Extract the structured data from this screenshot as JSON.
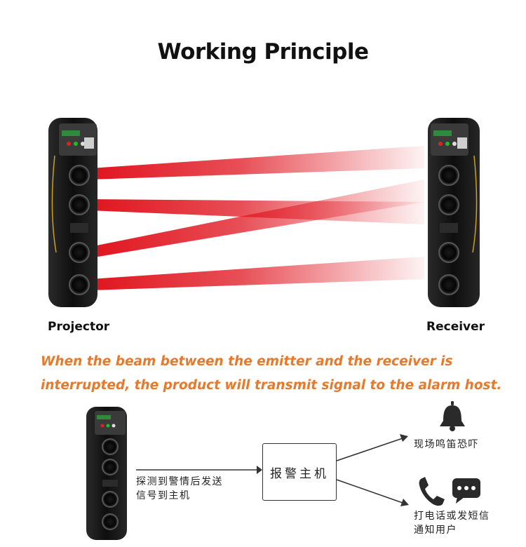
{
  "title": "Working Principle",
  "labels": {
    "projector": "Projector",
    "receiver": "Receiver"
  },
  "description": {
    "line1": "When the beam between the emitter and the receiver is",
    "line2": "interrupted, the product will transmit signal to the alarm host."
  },
  "flow": {
    "detect_line1": "探测到警情后发送",
    "detect_line2": "信号到主机",
    "host": "报警主机",
    "siren": "现场鸣笛恐吓",
    "notify_line1": "打电话或发短信",
    "notify_line2": "通知用户"
  },
  "colors": {
    "beam": "#e0141e",
    "description": "#e8782a",
    "device_body": "#141414"
  },
  "icons": [
    "bell-icon",
    "phone-icon",
    "chat-bubble-icon"
  ]
}
